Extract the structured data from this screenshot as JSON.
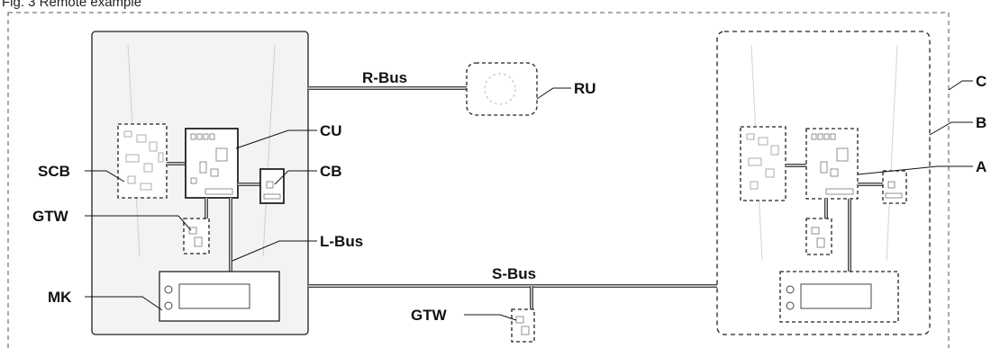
{
  "caption": "Fig. 3 Remote example",
  "labels": {
    "r_bus": "R-Bus",
    "ru": "RU",
    "cu": "CU",
    "cb": "CB",
    "scb": "SCB",
    "gtw_left": "GTW",
    "l_bus": "L-Bus",
    "mk": "MK",
    "s_bus": "S-Bus",
    "gtw_bottom": "GTW",
    "c": "C",
    "b": "B",
    "a": "A"
  }
}
